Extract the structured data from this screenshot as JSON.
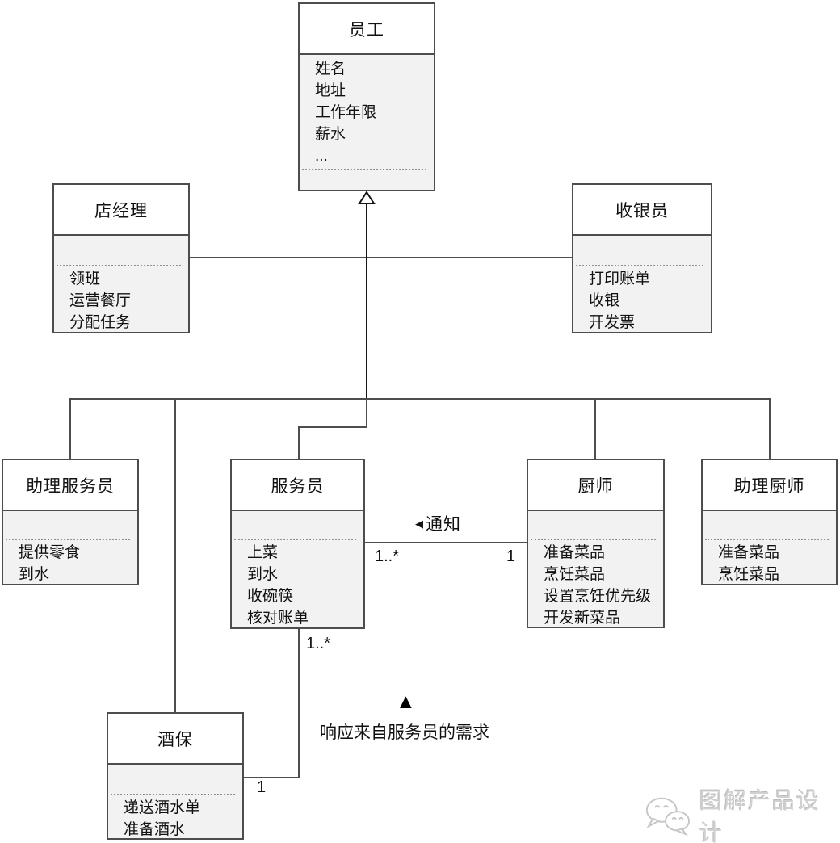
{
  "diagram": {
    "classes": {
      "employee": {
        "title": "员工",
        "attributes": [
          "姓名",
          "地址",
          "工作年限",
          "薪水",
          "..."
        ]
      },
      "manager": {
        "title": "店经理",
        "operations": [
          "领班",
          "运营餐厅",
          "分配任务"
        ]
      },
      "cashier": {
        "title": "收银员",
        "operations": [
          "打印账单",
          "收银",
          "开发票"
        ]
      },
      "assistant_waiter": {
        "title": "助理服务员",
        "operations": [
          "提供零食",
          "到水"
        ]
      },
      "waiter": {
        "title": "服务员",
        "operations": [
          "上菜",
          "到水",
          "收碗筷",
          "核对账单"
        ]
      },
      "chef": {
        "title": "厨师",
        "operations": [
          "准备菜品",
          "烹饪菜品",
          "设置烹饪优先级",
          "开发新菜品"
        ]
      },
      "assistant_chef": {
        "title": "助理厨师",
        "operations": [
          "准备菜品",
          "烹饪菜品"
        ]
      },
      "bartender": {
        "title": "酒保",
        "operations": [
          "递送酒水单",
          "准备酒水"
        ]
      }
    },
    "associations": {
      "notify": {
        "marker": "◀",
        "label": "通知",
        "waiter_multiplicity": "1..*",
        "chef_multiplicity": "1"
      },
      "respond": {
        "marker": "▲",
        "label": "响应来自服务员的需求",
        "waiter_multiplicity": "1..*",
        "bartender_multiplicity": "1"
      }
    },
    "colors": {
      "box_border": "#4d4d4d",
      "compartment_fill": "#f2f2f2",
      "generalization_line": "#161616"
    },
    "watermark": {
      "text": "图解产品设计",
      "icon": "wechat-bubbles-icon"
    }
  }
}
